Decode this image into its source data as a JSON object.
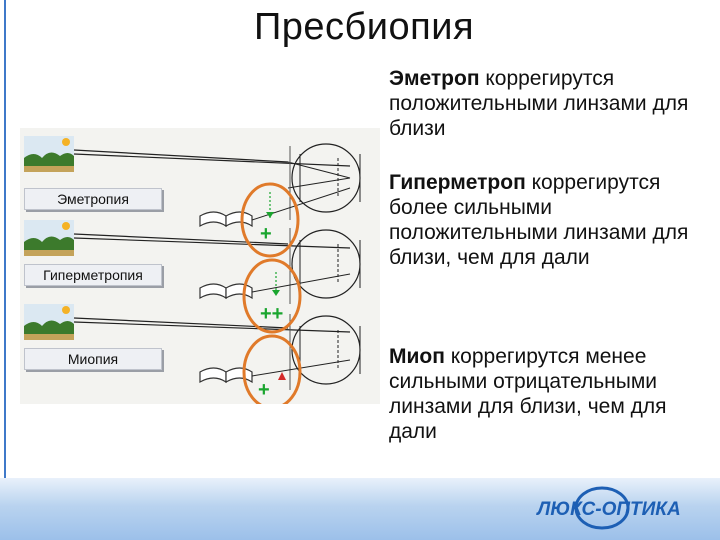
{
  "title": "Пресбиопия",
  "paragraphs": {
    "emmetrop": {
      "bold": "Эметроп",
      "rest": " коррегирутся положительными линзами для близи"
    },
    "hypermetrop": {
      "bold": "Гиперметроп",
      "rest": " коррегирутся более сильными положительными линзами для близи, чем для дали"
    },
    "myop": {
      "bold": "Миоп",
      "rest": " коррегирутся менее сильными отрицательными линзами для близи, чем для дали"
    }
  },
  "diagram": {
    "labels": {
      "emmetropia": "Эметропия",
      "hypermetropia": "Гиперметропия",
      "myopia": "Миопия"
    },
    "signs": {
      "row1": "+",
      "row2": "++",
      "row3": "+"
    }
  },
  "logo": {
    "text": "ЛЮКС-ОПТИКА"
  },
  "colors": {
    "accent_blue": "#3f79c9",
    "circle_orange": "#e07a2a",
    "sign_green": "#1aa52e",
    "arrow_red": "#d42a2a"
  }
}
